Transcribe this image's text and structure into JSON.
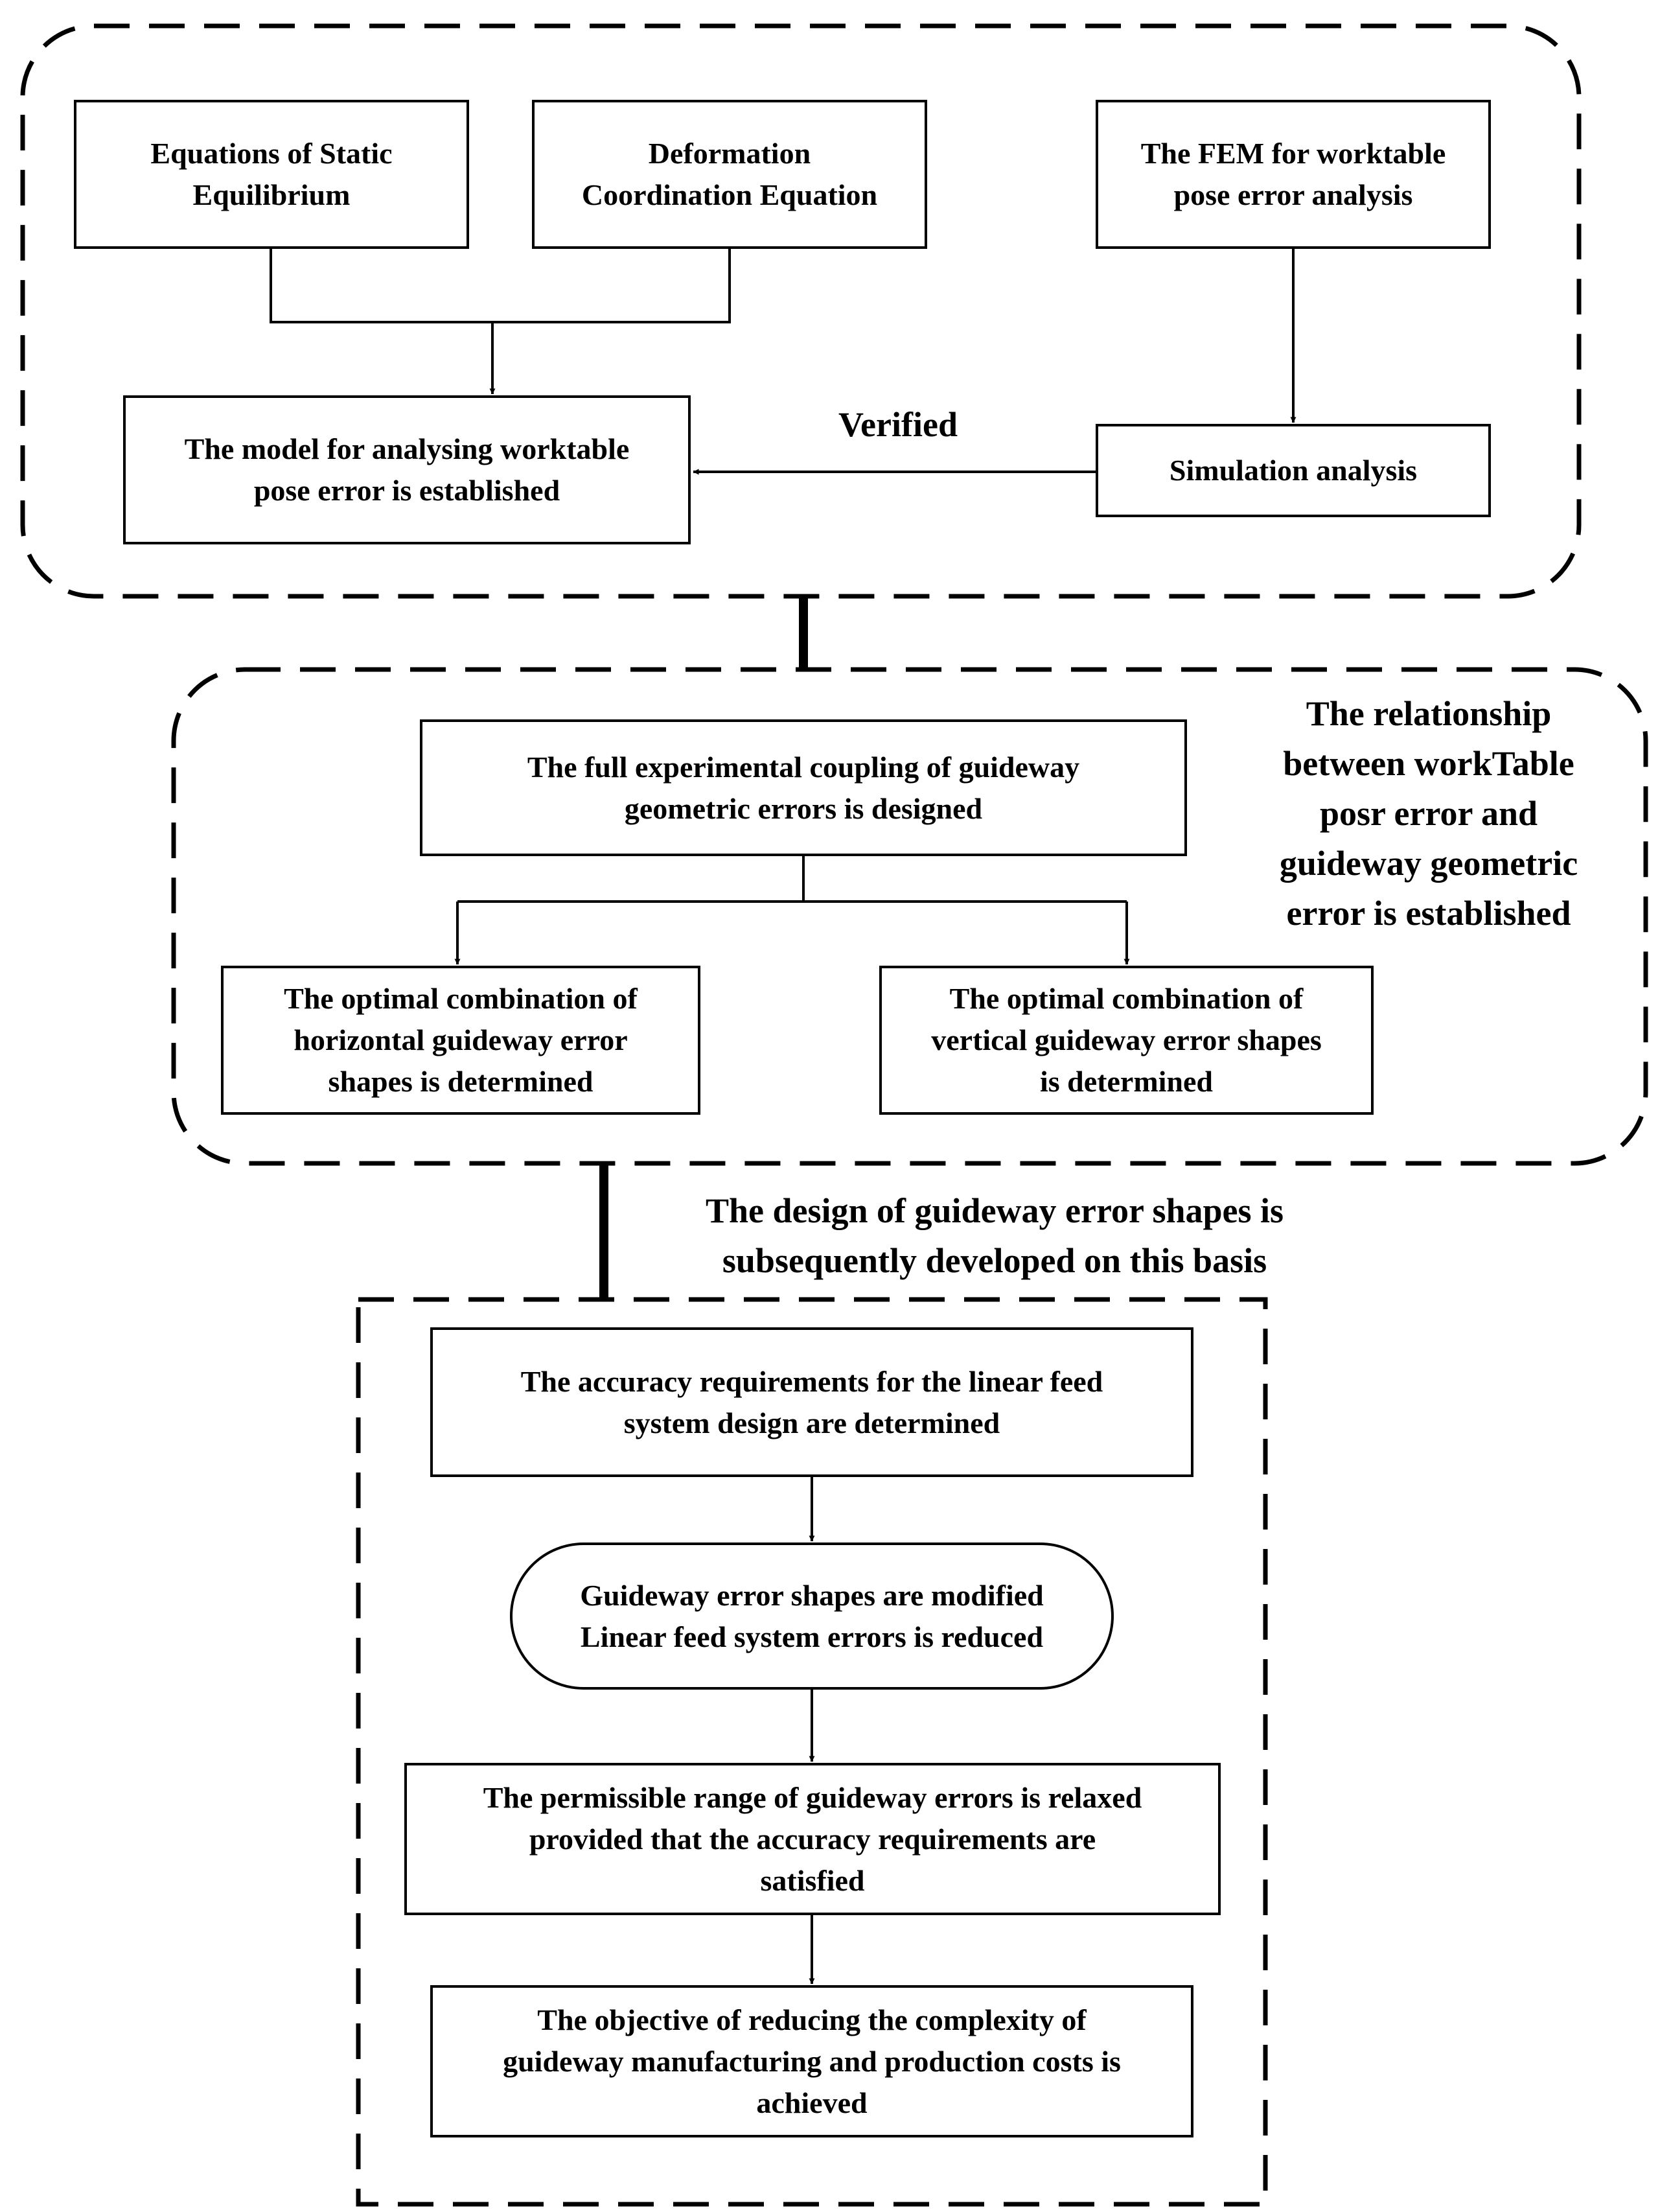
{
  "stage1": {
    "box_static": "Equations of Static\nEquilibrium",
    "box_deformation": "Deformation\nCoordination Equation",
    "box_fem": "The FEM for worktable\npose error analysis",
    "box_model": "The model for analysing worktable\npose error is established",
    "box_simulation": "Simulation analysis",
    "verified_label": "Verified"
  },
  "stage2": {
    "box_coupling": "The full experimental coupling of guideway\ngeometric errors is designed",
    "box_horizontal": "The optimal combination of\nhorizontal guideway error\nshapes is determined",
    "box_vertical": "The optimal combination of\nvertical guideway error shapes\nis determined",
    "side_label": "The relationship\nbetween workTable\nposr error and\nguideway geometric\nerror is established"
  },
  "transition_label": "The design of guideway error shapes is\nsubsequently developed on this basis",
  "stage3": {
    "box_accuracy": "The accuracy requirements for the linear feed\nsystem design are determined",
    "box_modified": "Guideway error shapes are modified\nLinear feed system errors is reduced",
    "box_relaxed": "The permissible range of guideway errors is relaxed\nprovided that the accuracy requirements are\nsatisfied",
    "box_objective": "The objective of reducing the complexity of\nguideway manufacturing and production costs is\nachieved"
  }
}
